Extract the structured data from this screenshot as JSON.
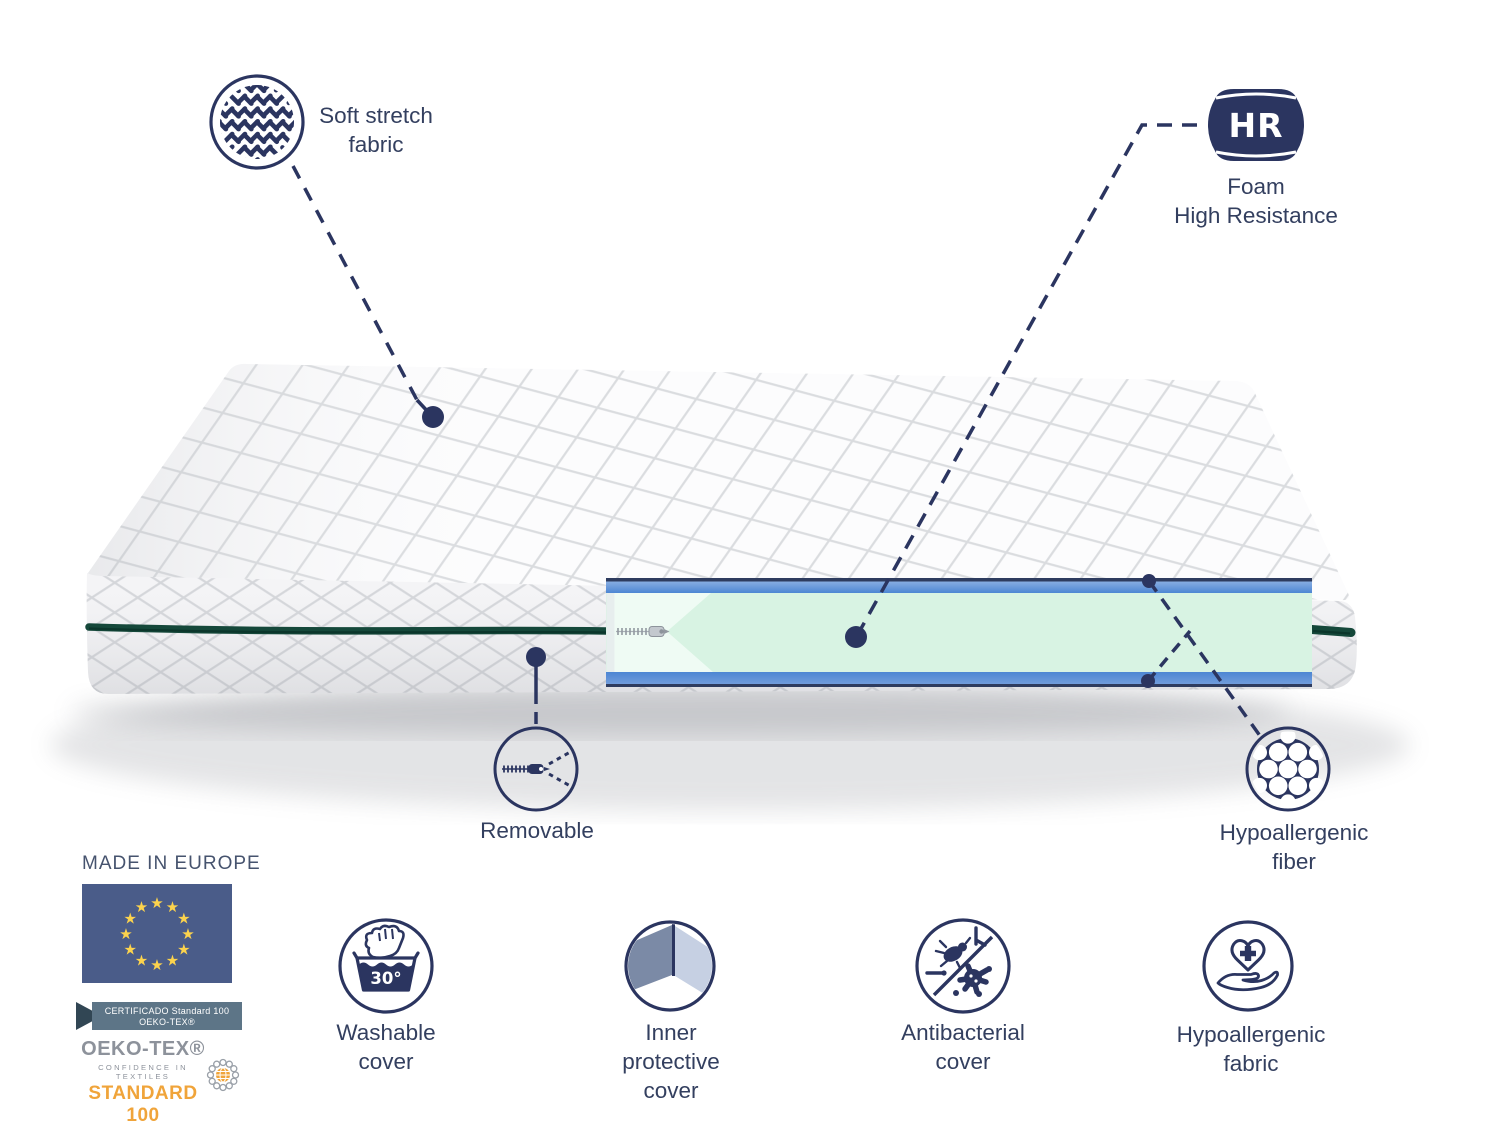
{
  "colors": {
    "navy": "#2b3560",
    "text": "#333f5f",
    "blue_strip": "#4d86d3",
    "blue_strip_light": "#87ade2",
    "mint": "#d8f3e3",
    "mint_light": "#effbf4",
    "zipper_green": "#15483a",
    "flag_blue": "#4a5c89",
    "star_yellow": "#fcd34d",
    "ribbon": "#5d7587",
    "ribbon_dark": "#314654",
    "oeko_gray": "#8d929b",
    "oeko_orange": "#f0a43a"
  },
  "callouts": {
    "soft_stretch": {
      "icon": "woven-fabric-icon",
      "lines": [
        "Soft stretch",
        "fabric"
      ]
    },
    "hr": {
      "icon": "hr-foam-badge",
      "badge": "HR",
      "lines": [
        "Foam",
        "High Resistance"
      ]
    },
    "removable": {
      "icon": "zipper-icon",
      "label": "Removable"
    },
    "fiber": {
      "icon": "fiber-section-icon",
      "lines": [
        "Hypoallergenic",
        "fiber"
      ]
    }
  },
  "features": [
    {
      "id": "washable-cover",
      "icon": "wash-30-icon",
      "temp": "30°",
      "lines": [
        "Washable",
        "cover"
      ]
    },
    {
      "id": "inner-protective-cover",
      "icon": "inner-cover-icon",
      "lines": [
        "Inner",
        "protective",
        "cover"
      ]
    },
    {
      "id": "antibacterial-cover",
      "icon": "no-bacteria-icon",
      "lines": [
        "Antibacterial",
        "cover"
      ]
    },
    {
      "id": "hypoallergenic-fabric",
      "icon": "heart-hand-icon",
      "lines": [
        "Hypoallergenic",
        "fabric"
      ]
    }
  ],
  "certifications": {
    "made_in": "MADE IN EUROPE",
    "ribbon": {
      "line1": "CERTIFICADO Standard 100",
      "line2": "OEKO-TEX®"
    },
    "oeko": {
      "title": "OEKO-TEX®",
      "subtitle": "CONFIDENCE IN TEXTILES",
      "standard": "STANDARD 100"
    }
  }
}
